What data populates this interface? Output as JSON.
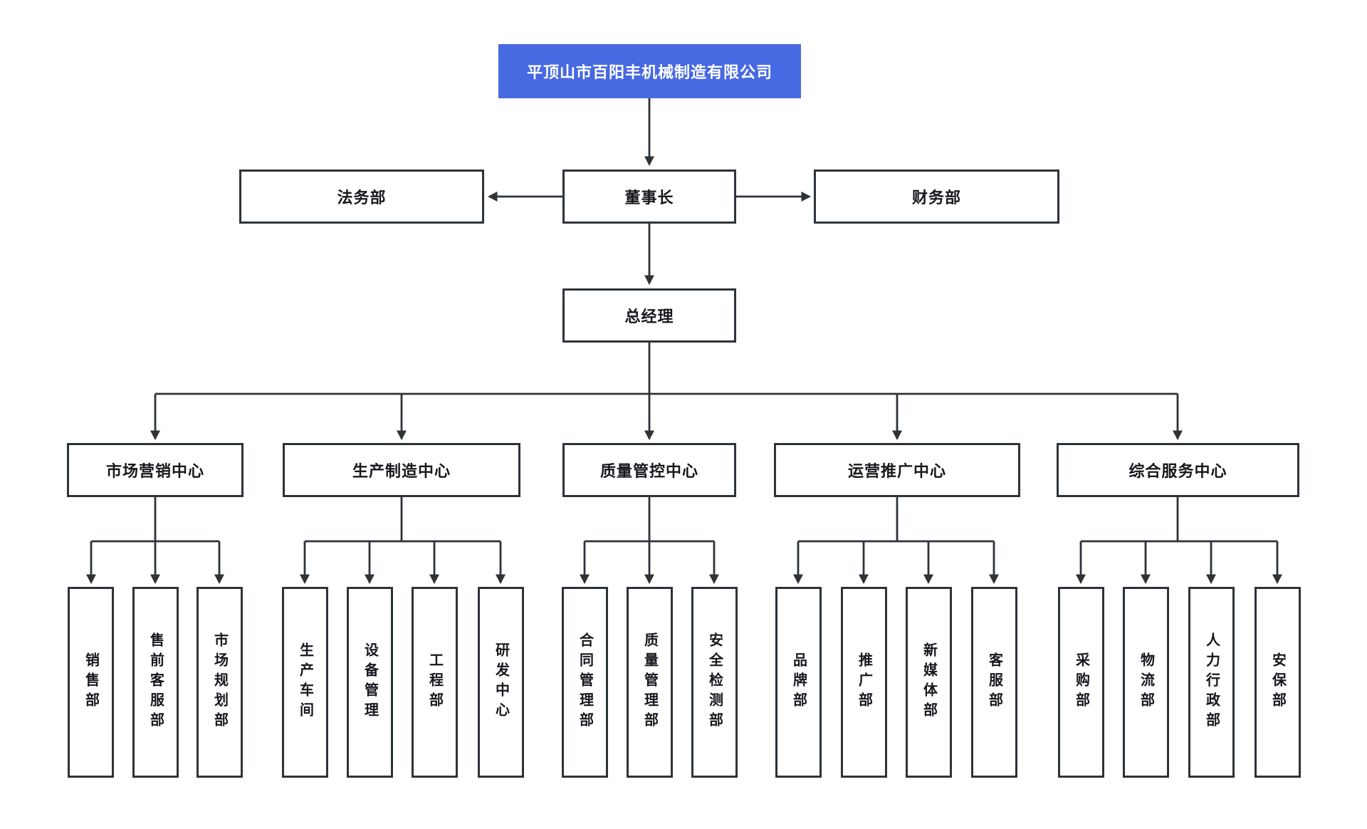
{
  "org": {
    "company": "平顶山市百阳丰机械制造有限公司",
    "chairman": "董事长",
    "legal": "法务部",
    "finance": "财务部",
    "general_manager": "总经理",
    "centers": [
      {
        "label": "市场营销中心",
        "departments": [
          "销售部",
          "售前客服部",
          "市场规划部"
        ]
      },
      {
        "label": "生产制造中心",
        "departments": [
          "生产车间",
          "设备管理",
          "工程部",
          "研发中心"
        ]
      },
      {
        "label": "质量管控中心",
        "departments": [
          "合同管理部",
          "质量管理部",
          "安全检测部"
        ]
      },
      {
        "label": "运营推广中心",
        "departments": [
          "品牌部",
          "推广部",
          "新媒体部",
          "客服部"
        ]
      },
      {
        "label": "综合服务中心",
        "departments": [
          "采购部",
          "物流部",
          "人力行政部",
          "安保部"
        ]
      }
    ]
  },
  "colors": {
    "root_bg": "#4769E1",
    "root_text": "#ffffff",
    "line": "#2E3338",
    "node_bg": "#ffffff",
    "node_border": "#2E3338",
    "text": "#16181d"
  }
}
